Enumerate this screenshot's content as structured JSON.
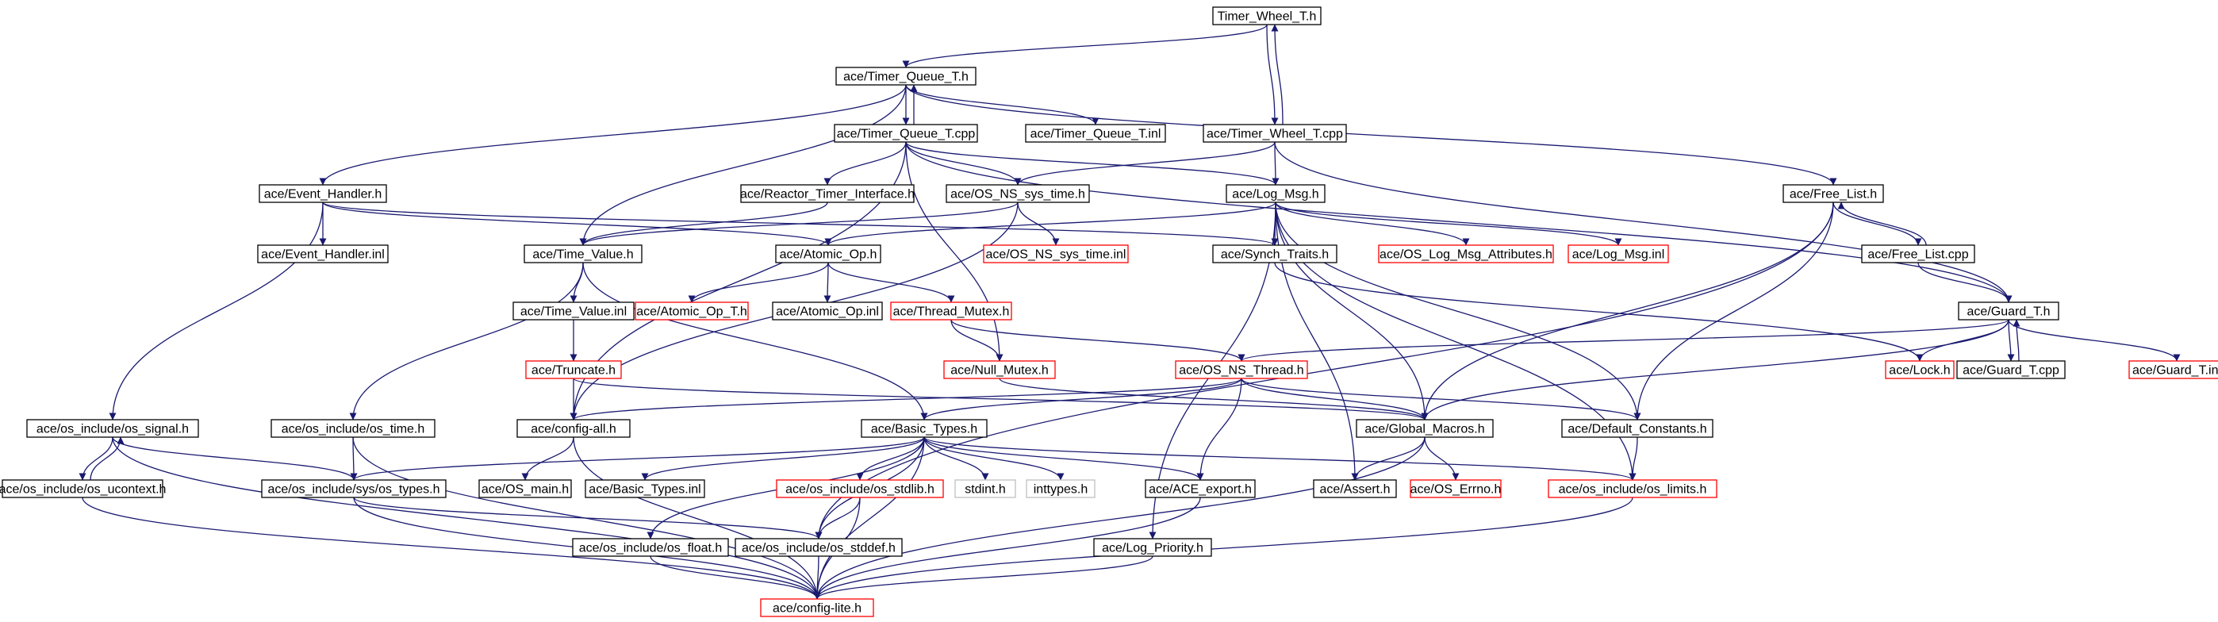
{
  "colors": {
    "edge": "#191970",
    "border_normal": "#000000",
    "border_truncated": "#ff0000",
    "border_external": "#bfbfbf",
    "fill_root": "#bfbfbf",
    "fill_default": "#ffffff"
  },
  "nodes": [
    {
      "id": "timer_wheel_t_h",
      "label": "Timer_Wheel_T.h",
      "kind": "root"
    },
    {
      "id": "timer_queue_t_h",
      "label": "ace/Timer_Queue_T.h",
      "kind": "normal"
    },
    {
      "id": "timer_queue_t_cpp",
      "label": "ace/Timer_Queue_T.cpp",
      "kind": "normal"
    },
    {
      "id": "timer_queue_t_inl",
      "label": "ace/Timer_Queue_T.inl",
      "kind": "normal"
    },
    {
      "id": "timer_wheel_t_cpp",
      "label": "ace/Timer_Wheel_T.cpp",
      "kind": "normal"
    },
    {
      "id": "event_handler_h",
      "label": "ace/Event_Handler.h",
      "kind": "normal"
    },
    {
      "id": "reactor_timer_interface_h",
      "label": "ace/Reactor_Timer_Interface.h",
      "kind": "normal"
    },
    {
      "id": "os_ns_sys_time_h",
      "label": "ace/OS_NS_sys_time.h",
      "kind": "normal"
    },
    {
      "id": "log_msg_h",
      "label": "ace/Log_Msg.h",
      "kind": "normal"
    },
    {
      "id": "free_list_h",
      "label": "ace/Free_List.h",
      "kind": "normal"
    },
    {
      "id": "event_handler_inl",
      "label": "ace/Event_Handler.inl",
      "kind": "normal"
    },
    {
      "id": "time_value_h",
      "label": "ace/Time_Value.h",
      "kind": "normal"
    },
    {
      "id": "atomic_op_h",
      "label": "ace/Atomic_Op.h",
      "kind": "normal"
    },
    {
      "id": "os_ns_sys_time_inl",
      "label": "ace/OS_NS_sys_time.inl",
      "kind": "truncated"
    },
    {
      "id": "synch_traits_h",
      "label": "ace/Synch_Traits.h",
      "kind": "normal"
    },
    {
      "id": "os_log_msg_attributes_h",
      "label": "ace/OS_Log_Msg_Attributes.h",
      "kind": "truncated"
    },
    {
      "id": "log_msg_inl",
      "label": "ace/Log_Msg.inl",
      "kind": "truncated"
    },
    {
      "id": "free_list_cpp",
      "label": "ace/Free_List.cpp",
      "kind": "normal"
    },
    {
      "id": "time_value_inl",
      "label": "ace/Time_Value.inl",
      "kind": "normal"
    },
    {
      "id": "atomic_op_t_h",
      "label": "ace/Atomic_Op_T.h",
      "kind": "truncated"
    },
    {
      "id": "atomic_op_inl",
      "label": "ace/Atomic_Op.inl",
      "kind": "normal"
    },
    {
      "id": "thread_mutex_h",
      "label": "ace/Thread_Mutex.h",
      "kind": "truncated"
    },
    {
      "id": "guard_t_h",
      "label": "ace/Guard_T.h",
      "kind": "normal"
    },
    {
      "id": "truncate_h",
      "label": "ace/Truncate.h",
      "kind": "truncated"
    },
    {
      "id": "null_mutex_h",
      "label": "ace/Null_Mutex.h",
      "kind": "truncated"
    },
    {
      "id": "os_ns_thread_h",
      "label": "ace/OS_NS_Thread.h",
      "kind": "truncated"
    },
    {
      "id": "lock_h",
      "label": "ace/Lock.h",
      "kind": "truncated"
    },
    {
      "id": "guard_t_cpp",
      "label": "ace/Guard_T.cpp",
      "kind": "normal"
    },
    {
      "id": "guard_t_inl",
      "label": "ace/Guard_T.inl",
      "kind": "truncated"
    },
    {
      "id": "os_signal_h",
      "label": "ace/os_include/os_signal.h",
      "kind": "normal"
    },
    {
      "id": "os_time_h",
      "label": "ace/os_include/os_time.h",
      "kind": "normal"
    },
    {
      "id": "config_all_h",
      "label": "ace/config-all.h",
      "kind": "normal"
    },
    {
      "id": "basic_types_h",
      "label": "ace/Basic_Types.h",
      "kind": "normal"
    },
    {
      "id": "global_macros_h",
      "label": "ace/Global_Macros.h",
      "kind": "normal"
    },
    {
      "id": "default_constants_h",
      "label": "ace/Default_Constants.h",
      "kind": "normal"
    },
    {
      "id": "os_ucontext_h",
      "label": "ace/os_include/os_ucontext.h",
      "kind": "normal"
    },
    {
      "id": "os_types_h",
      "label": "ace/os_include/sys/os_types.h",
      "kind": "normal"
    },
    {
      "id": "os_main_h",
      "label": "ace/OS_main.h",
      "kind": "normal"
    },
    {
      "id": "basic_types_inl",
      "label": "ace/Basic_Types.inl",
      "kind": "normal"
    },
    {
      "id": "os_stdlib_h",
      "label": "ace/os_include/os_stdlib.h",
      "kind": "truncated"
    },
    {
      "id": "stdint_h",
      "label": "stdint.h",
      "kind": "external"
    },
    {
      "id": "inttypes_h",
      "label": "inttypes.h",
      "kind": "external"
    },
    {
      "id": "ace_export_h",
      "label": "ace/ACE_export.h",
      "kind": "normal"
    },
    {
      "id": "assert_h",
      "label": "ace/Assert.h",
      "kind": "normal"
    },
    {
      "id": "os_errno_h",
      "label": "ace/OS_Errno.h",
      "kind": "truncated"
    },
    {
      "id": "os_limits_h",
      "label": "ace/os_include/os_limits.h",
      "kind": "truncated"
    },
    {
      "id": "os_float_h",
      "label": "ace/os_include/os_float.h",
      "kind": "normal"
    },
    {
      "id": "os_stddef_h",
      "label": "ace/os_include/os_stddef.h",
      "kind": "normal"
    },
    {
      "id": "log_priority_h",
      "label": "ace/Log_Priority.h",
      "kind": "normal"
    },
    {
      "id": "config_lite_h",
      "label": "ace/config-lite.h",
      "kind": "truncated"
    }
  ],
  "edges": [
    [
      "timer_wheel_t_h",
      "timer_queue_t_h"
    ],
    [
      "timer_wheel_t_h",
      "timer_wheel_t_cpp"
    ],
    [
      "timer_wheel_t_cpp",
      "timer_wheel_t_h"
    ],
    [
      "timer_queue_t_h",
      "timer_queue_t_cpp"
    ],
    [
      "timer_queue_t_cpp",
      "timer_queue_t_h"
    ],
    [
      "timer_queue_t_h",
      "timer_queue_t_inl"
    ],
    [
      "timer_queue_t_h",
      "event_handler_h"
    ],
    [
      "timer_queue_t_h",
      "time_value_h"
    ],
    [
      "timer_queue_t_h",
      "free_list_h"
    ],
    [
      "timer_queue_t_cpp",
      "reactor_timer_interface_h"
    ],
    [
      "timer_queue_t_cpp",
      "os_ns_sys_time_h"
    ],
    [
      "timer_queue_t_cpp",
      "log_msg_h"
    ],
    [
      "timer_queue_t_cpp",
      "guard_t_h"
    ],
    [
      "timer_queue_t_cpp",
      "null_mutex_h"
    ],
    [
      "timer_queue_t_cpp",
      "config_all_h"
    ],
    [
      "timer_wheel_t_cpp",
      "os_ns_sys_time_h"
    ],
    [
      "timer_wheel_t_cpp",
      "log_msg_h"
    ],
    [
      "timer_wheel_t_cpp",
      "guard_t_h"
    ],
    [
      "event_handler_h",
      "event_handler_inl"
    ],
    [
      "event_handler_h",
      "atomic_op_h"
    ],
    [
      "event_handler_h",
      "synch_traits_h"
    ],
    [
      "event_handler_h",
      "os_signal_h"
    ],
    [
      "reactor_timer_interface_h",
      "time_value_h"
    ],
    [
      "os_ns_sys_time_h",
      "time_value_h"
    ],
    [
      "os_ns_sys_time_h",
      "os_ns_sys_time_inl"
    ],
    [
      "os_ns_sys_time_h",
      "config_all_h"
    ],
    [
      "log_msg_h",
      "atomic_op_h"
    ],
    [
      "log_msg_h",
      "synch_traits_h"
    ],
    [
      "log_msg_h",
      "os_log_msg_attributes_h"
    ],
    [
      "log_msg_h",
      "log_msg_inl"
    ],
    [
      "log_msg_h",
      "global_macros_h"
    ],
    [
      "log_msg_h",
      "default_constants_h"
    ],
    [
      "log_msg_h",
      "log_priority_h"
    ],
    [
      "log_msg_h",
      "assert_h"
    ],
    [
      "log_msg_h",
      "os_limits_h"
    ],
    [
      "free_list_h",
      "free_list_cpp"
    ],
    [
      "free_list_cpp",
      "free_list_h"
    ],
    [
      "free_list_h",
      "global_macros_h"
    ],
    [
      "free_list_h",
      "default_constants_h"
    ],
    [
      "free_list_h",
      "os_stddef_h"
    ],
    [
      "free_list_cpp",
      "guard_t_h"
    ],
    [
      "time_value_h",
      "time_value_inl"
    ],
    [
      "time_value_h",
      "os_time_h"
    ],
    [
      "time_value_h",
      "basic_types_h"
    ],
    [
      "time_value_inl",
      "truncate_h"
    ],
    [
      "atomic_op_h",
      "atomic_op_t_h"
    ],
    [
      "atomic_op_h",
      "atomic_op_inl"
    ],
    [
      "atomic_op_h",
      "thread_mutex_h"
    ],
    [
      "thread_mutex_h",
      "null_mutex_h"
    ],
    [
      "thread_mutex_h",
      "os_ns_thread_h"
    ],
    [
      "synch_traits_h",
      "lock_h"
    ],
    [
      "guard_t_h",
      "lock_h"
    ],
    [
      "guard_t_h",
      "guard_t_cpp"
    ],
    [
      "guard_t_cpp",
      "guard_t_h"
    ],
    [
      "guard_t_h",
      "guard_t_inl"
    ],
    [
      "guard_t_h",
      "os_ns_thread_h"
    ],
    [
      "guard_t_h",
      "global_macros_h"
    ],
    [
      "truncate_h",
      "config_all_h"
    ],
    [
      "truncate_h",
      "global_macros_h"
    ],
    [
      "null_mutex_h",
      "global_macros_h"
    ],
    [
      "os_ns_thread_h",
      "config_all_h"
    ],
    [
      "os_ns_thread_h",
      "global_macros_h"
    ],
    [
      "os_ns_thread_h",
      "basic_types_h"
    ],
    [
      "os_ns_thread_h",
      "default_constants_h"
    ],
    [
      "os_ns_thread_h",
      "ace_export_h"
    ],
    [
      "os_signal_h",
      "os_ucontext_h"
    ],
    [
      "os_ucontext_h",
      "os_signal_h"
    ],
    [
      "os_signal_h",
      "os_types_h"
    ],
    [
      "os_signal_h",
      "config_lite_h"
    ],
    [
      "os_time_h",
      "os_types_h"
    ],
    [
      "os_time_h",
      "config_lite_h"
    ],
    [
      "config_all_h",
      "os_main_h"
    ],
    [
      "config_all_h",
      "config_lite_h"
    ],
    [
      "basic_types_h",
      "os_types_h"
    ],
    [
      "basic_types_h",
      "basic_types_inl"
    ],
    [
      "basic_types_h",
      "os_stdlib_h"
    ],
    [
      "basic_types_h",
      "stdint_h"
    ],
    [
      "basic_types_h",
      "inttypes_h"
    ],
    [
      "basic_types_h",
      "ace_export_h"
    ],
    [
      "basic_types_h",
      "os_limits_h"
    ],
    [
      "basic_types_h",
      "os_float_h"
    ],
    [
      "basic_types_h",
      "os_stddef_h"
    ],
    [
      "basic_types_h",
      "config_lite_h"
    ],
    [
      "global_macros_h",
      "assert_h"
    ],
    [
      "global_macros_h",
      "os_errno_h"
    ],
    [
      "global_macros_h",
      "config_lite_h"
    ],
    [
      "default_constants_h",
      "os_limits_h"
    ],
    [
      "os_ucontext_h",
      "config_lite_h"
    ],
    [
      "os_types_h",
      "os_stddef_h"
    ],
    [
      "os_types_h",
      "config_lite_h"
    ],
    [
      "os_stdlib_h",
      "os_stddef_h"
    ],
    [
      "os_stdlib_h",
      "config_lite_h"
    ],
    [
      "ace_export_h",
      "config_lite_h"
    ],
    [
      "os_limits_h",
      "config_lite_h"
    ],
    [
      "os_float_h",
      "config_lite_h"
    ],
    [
      "os_stddef_h",
      "config_lite_h"
    ],
    [
      "log_priority_h",
      "config_lite_h"
    ]
  ]
}
